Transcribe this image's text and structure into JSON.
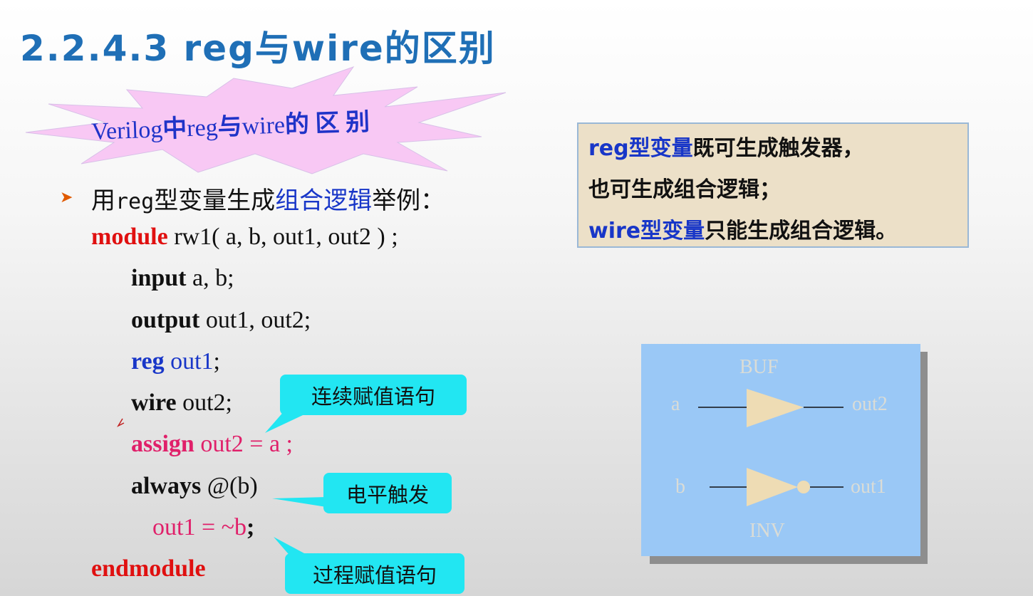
{
  "title": "2.2.4.3 reg与wire的区别",
  "burst": {
    "latin": "Verilog",
    "cn1": "中",
    "reg": "reg",
    "cn2": "与",
    "wire": "wire",
    "cn3": "的 区 别"
  },
  "heading": {
    "part1": "用",
    "mono": "reg",
    "part2": "型变量生成",
    "highlight": "组合逻辑",
    "part3": "举例："
  },
  "code": {
    "l1": {
      "kw": "module",
      "rest": " rw1( a, b, out1, out2 ) ;"
    },
    "l2": {
      "kw": "input",
      "rest": " a, b;"
    },
    "l3": {
      "kw": "output",
      "rest": " out1, out2;"
    },
    "l4": {
      "kw": "reg",
      "rest": " out1",
      "semi": ";"
    },
    "l5": {
      "kw": "wire",
      "rest": " out2;"
    },
    "l6": {
      "kw": "assign",
      "rest": " out2 = a ;"
    },
    "l7": {
      "kw": "always",
      "rest": " @(b)"
    },
    "l8": {
      "text": "out1 = ~b",
      "semi": ";"
    },
    "l9": {
      "kw": "endmodule"
    }
  },
  "callouts": {
    "continuous": "连续赋值语句",
    "level": "电平触发",
    "procedural": "过程赋值语句"
  },
  "note": {
    "line1_hl": "reg型变量",
    "line1_rest": "既可生成触发器，",
    "line2": "也可生成组合逻辑；",
    "line3_hl": "wire型变量",
    "line3_rest": "只能生成组合逻辑。"
  },
  "circuit": {
    "buf": "BUF",
    "inv": "INV",
    "a": "a",
    "b": "b",
    "out2": "out2",
    "out1": "out1"
  },
  "colors": {
    "title": "#1f6fb6",
    "keyword_red": "#e01010",
    "keyword_blue": "#1836c8",
    "magenta": "#e0206a",
    "callout": "#22e6f2",
    "burst_fill": "#f8c8f4",
    "panel": "#9ac8f6",
    "note_bg": "#ece0c8"
  }
}
